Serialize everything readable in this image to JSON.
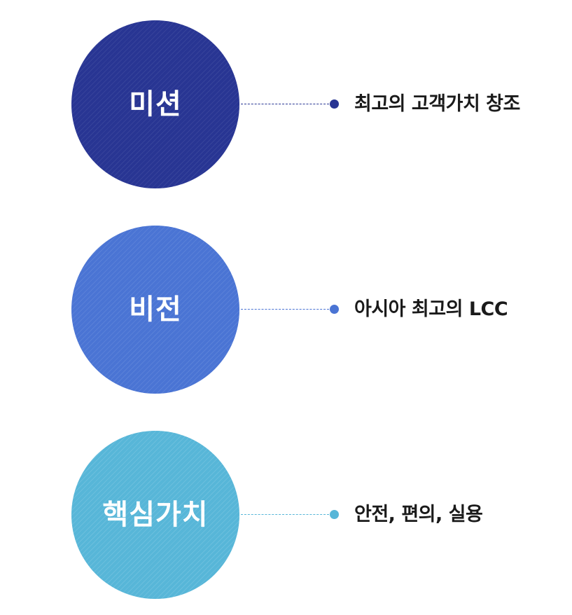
{
  "items": [
    {
      "title": "미션",
      "description": "최고의 고객가치 창조",
      "color": "#283593"
    },
    {
      "title": "비전",
      "description": "아시아 최고의 LCC",
      "color": "#4a74d4"
    },
    {
      "title": "핵심가치",
      "description": "안전, 편의, 실용",
      "color": "#57b6d8"
    }
  ]
}
